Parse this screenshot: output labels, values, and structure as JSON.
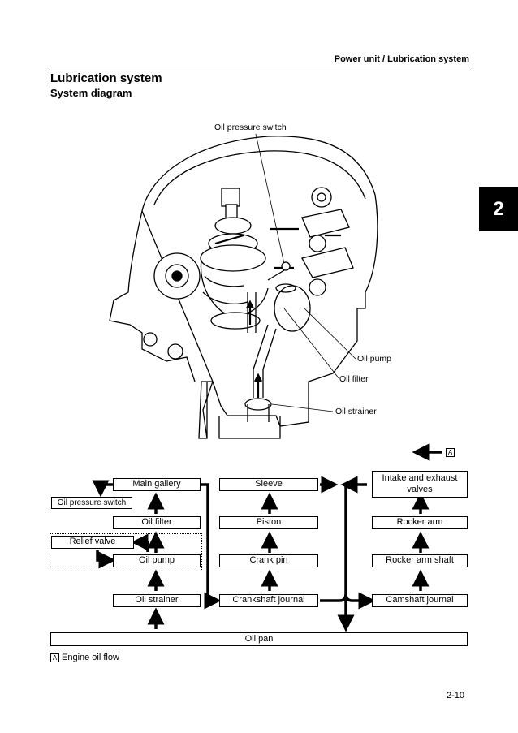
{
  "header": {
    "title": "Power unit / Lubrication system"
  },
  "section": {
    "title": "Lubrication system",
    "subtitle": "System diagram"
  },
  "tab": {
    "number": "2"
  },
  "illustration": {
    "labels": {
      "oil_pressure_switch": "Oil pressure switch",
      "oil_pump": "Oil pump",
      "oil_filter": "Oil filter",
      "oil_strainer": "Oil strainer"
    }
  },
  "flow": {
    "legend_marker": "A",
    "left_column": {
      "main_gallery": "Main gallery",
      "oil_filter": "Oil filter",
      "oil_pump": "Oil pump",
      "oil_strainer": "Oil strainer",
      "oil_pressure_switch": "Oil pressure switch",
      "relief_valve": "Relief valve"
    },
    "middle_column": {
      "sleeve": "Sleeve",
      "piston": "Piston",
      "crank_pin": "Crank pin",
      "crankshaft_journal": "Crankshaft journal"
    },
    "right_column": {
      "intake_exhaust_valves": "Intake and exhaust valves",
      "rocker_arm": "Rocker arm",
      "rocker_arm_shaft": "Rocker arm shaft",
      "camshaft_journal": "Camshaft journal"
    },
    "oil_pan": "Oil pan"
  },
  "footnote": {
    "marker": "A",
    "text": "Engine oil flow"
  },
  "page": {
    "number": "2-10"
  }
}
